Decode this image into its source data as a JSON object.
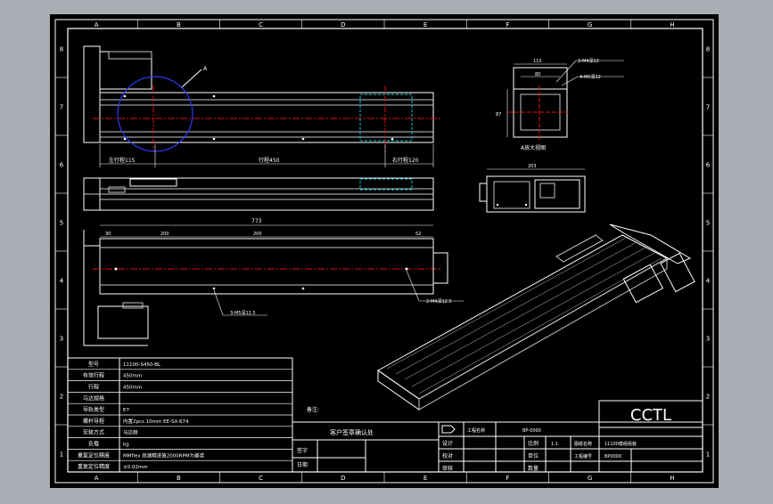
{
  "frame": {
    "column_labels": [
      "A",
      "B",
      "C",
      "D",
      "E",
      "F",
      "G",
      "H"
    ],
    "row_labels": [
      "8",
      "7",
      "6",
      "5",
      "4",
      "3",
      "2",
      "1"
    ]
  },
  "front_view": {
    "detail_label": "A",
    "dim_left": "左行程115",
    "dim_mid": "行程450",
    "dim_right": "右行程120"
  },
  "side_view": {
    "dim_width": "110",
    "dim_inner": "80",
    "dim_height": "87",
    "note_1": "2-M4深12",
    "note_2": "4-M5深12",
    "caption": "A放大视图"
  },
  "end_view": {
    "dim_width": "203"
  },
  "bottom_view": {
    "dim_total": "773",
    "dim_a": "30",
    "dim_b": "200",
    "dim_c": "200",
    "dim_d": "52",
    "note_left": "3-M5深12.5",
    "note_right": "2-M4深12.5"
  },
  "spec_table": {
    "rows": [
      {
        "label": "型号",
        "value": "11100-S450-BL"
      },
      {
        "label": "有效行程",
        "value": "450mm"
      },
      {
        "label": "行程",
        "value": "450mm"
      },
      {
        "label": "马达规格",
        "value": ""
      },
      {
        "label": "导轨类型",
        "value": "E7"
      },
      {
        "label": "螺杆导程",
        "value": "内置2pcs 10mm EE-SX-674"
      },
      {
        "label": "安装方式",
        "value": "马达侧"
      },
      {
        "label": "负载",
        "value": "kg"
      },
      {
        "label": "重复定位精度",
        "value": "MMflex 高速精进值2000RPM为基准"
      },
      {
        "label": "重复定位精度",
        "value": "±0.02mm"
      }
    ]
  },
  "title_block": {
    "remark": "备注:",
    "confirm": "客户签章确认处",
    "signature": "签字",
    "date": "日期",
    "logo": "CCTL",
    "project_name_label": "工程名称",
    "project_name_value": "BP-0000",
    "design_label": "设计",
    "check_label": "校对",
    "audit_label": "审核",
    "scale_label": "比例",
    "scale_value": "1:1",
    "drawing_no_label": "图纸名称",
    "drawing_no_value": "11100模组组装",
    "unit_label": "单位",
    "quantity_label": "数量",
    "project_no_label": "工程编号",
    "project_no_value": "BP0000"
  }
}
